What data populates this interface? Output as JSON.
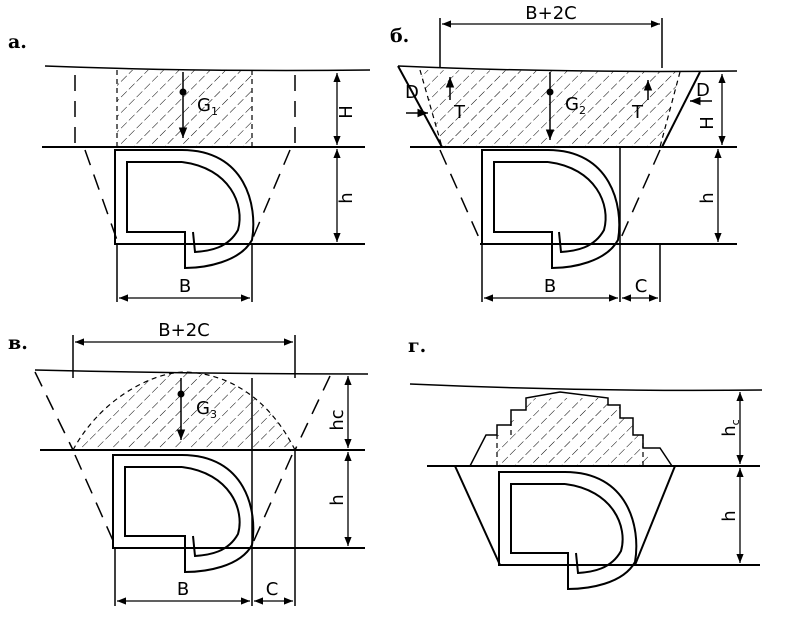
{
  "panels": {
    "a": {
      "label": "а.",
      "force": "G",
      "force_sub": "1",
      "dim_H": "H",
      "dim_h": "h",
      "dim_B": "B"
    },
    "b": {
      "label": "б.",
      "dim_top": "B+2C",
      "force": "G",
      "force_sub": "2",
      "D_left": "D",
      "D_right": "D",
      "T_left": "T",
      "T_right": "T",
      "dim_H": "H",
      "dim_h": "h",
      "dim_B": "B",
      "dim_C": "C"
    },
    "v": {
      "label": "в.",
      "dim_top": "B+2C",
      "force": "G",
      "force_sub": "3",
      "dim_hc": "hc",
      "dim_h": "h",
      "dim_B": "B",
      "dim_C": "C"
    },
    "g": {
      "label": "г.",
      "dim_hc": "h",
      "dim_hc_sub": "c",
      "dim_h": "h"
    }
  }
}
